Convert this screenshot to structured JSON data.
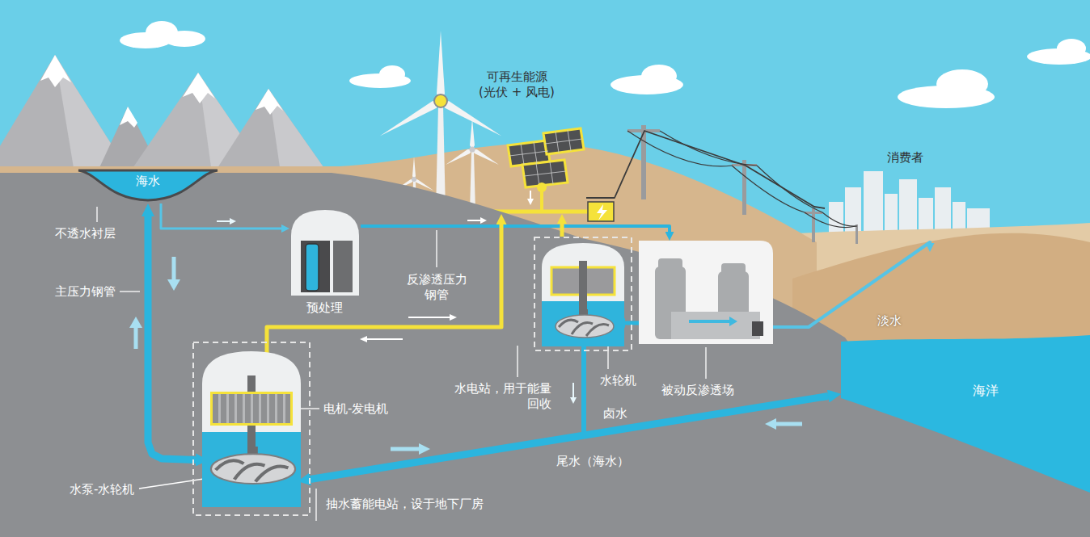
{
  "diagram": {
    "nodes": [
      {
        "text": [
          "海水"
        ]
      },
      {
        "text": [
          "抽水蓄能电站，设于地下厂房"
        ]
      },
      {
        "text": [
          "电机-发电机"
        ],
        "in": 1
      },
      {
        "text": [
          "水泵-水轮机"
        ],
        "in": 1
      },
      {
        "text": [
          "预处理"
        ]
      },
      {
        "text": [
          "水电站，用于能量 回收"
        ]
      },
      {
        "text": [
          "水轮机"
        ],
        "in": 5
      },
      {
        "text": [
          "被动反渗透场"
        ]
      },
      {
        "text": [
          "可再生能源 (光伏 + 风电)"
        ]
      },
      {
        "text": [
          "消费者"
        ]
      },
      {
        "text": [
          "海洋"
        ]
      }
    ],
    "edges": [
      {
        "from": 0,
        "to": 3,
        "arrow": "both",
        "label": "主压力钢管"
      },
      {
        "from": 0,
        "to": 4,
        "arrow": "to"
      },
      {
        "from": 4,
        "to": 7,
        "arrow": "to",
        "label": "反渗透压力 钢管"
      },
      {
        "from": 7,
        "to": 6,
        "arrow": "to"
      },
      {
        "from": 6,
        "to": 10,
        "arrow": "to",
        "label": "卤水"
      },
      {
        "from": 3,
        "to": 10,
        "arrow": "both",
        "label": "尾水（海水）"
      },
      {
        "from": 7,
        "to": 9,
        "arrow": "to",
        "label": "淡水"
      },
      {
        "from": 8,
        "to": 2,
        "arrow": "both"
      },
      {
        "from": 5,
        "to": 8,
        "arrow": "to"
      },
      {
        "from": 8,
        "to": 9,
        "arrow": "none"
      }
    ],
    "labels": [
      "不透水衬层"
    ]
  }
}
